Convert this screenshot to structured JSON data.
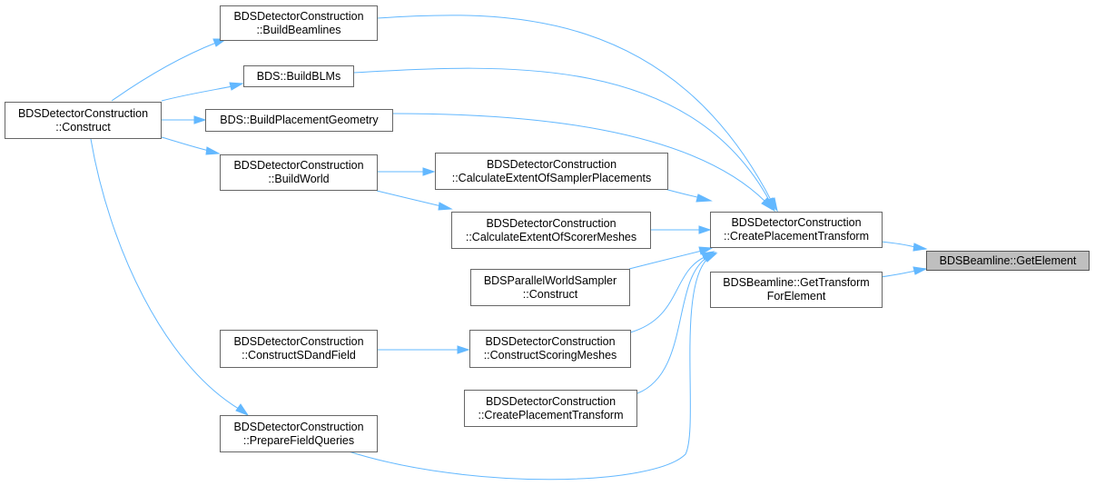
{
  "graph": {
    "root": {
      "lines": [
        "BDSBeamline::GetElement"
      ]
    },
    "nodes": [
      {
        "id": "createPT",
        "lines": [
          "BDSDetectorConstruction",
          "::CreatePlacementTransform"
        ]
      },
      {
        "id": "getTransform",
        "lines": [
          "BDSBeamline::GetTransform",
          "ForElement"
        ]
      },
      {
        "id": "buildBeamlines",
        "lines": [
          "BDSDetectorConstruction",
          "::BuildBeamlines"
        ]
      },
      {
        "id": "buildBLMs",
        "lines": [
          "BDS::BuildBLMs"
        ]
      },
      {
        "id": "buildPG",
        "lines": [
          "BDS::BuildPlacementGeometry"
        ]
      },
      {
        "id": "construct",
        "lines": [
          "BDSDetectorConstruction",
          "::Construct"
        ]
      },
      {
        "id": "buildWorld",
        "lines": [
          "BDSDetectorConstruction",
          "::BuildWorld"
        ]
      },
      {
        "id": "calcSampler",
        "lines": [
          "BDSDetectorConstruction",
          "::CalculateExtentOfSamplerPlacements"
        ]
      },
      {
        "id": "calcScorer",
        "lines": [
          "BDSDetectorConstruction",
          "::CalculateExtentOfScorerMeshes"
        ]
      },
      {
        "id": "pwSampler",
        "lines": [
          "BDSParallelWorldSampler",
          "::Construct"
        ]
      },
      {
        "id": "constructSD",
        "lines": [
          "BDSDetectorConstruction",
          "::ConstructSDandField"
        ]
      },
      {
        "id": "constructScoring",
        "lines": [
          "BDSDetectorConstruction",
          "::ConstructScoringMeshes"
        ]
      },
      {
        "id": "createPT2",
        "lines": [
          "BDSDetectorConstruction",
          "::CreatePlacementTransform"
        ]
      },
      {
        "id": "prepareFQ",
        "lines": [
          "BDSDetectorConstruction",
          "::PrepareFieldQueries"
        ]
      }
    ]
  },
  "colors": {
    "edge": "#63b8ff",
    "node_border": "#666666",
    "root_fill": "#bfbfbf"
  }
}
